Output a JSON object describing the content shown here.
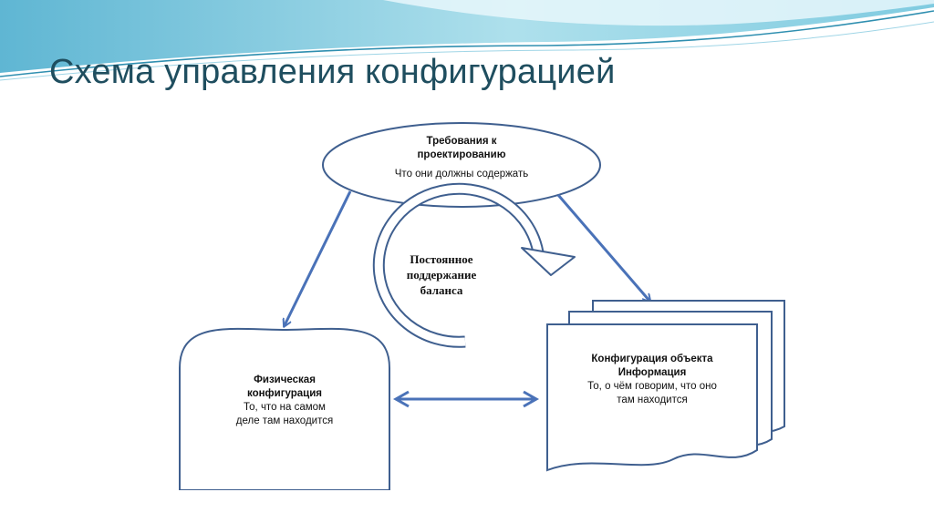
{
  "title": "Схема управления конфигурацией",
  "colors": {
    "title": "#1f4e5f",
    "arrow": "#4a72b8",
    "shape_stroke": "#3f5f8f",
    "banner_light": "#bfe8f2",
    "banner_mid": "#7fcbe0",
    "banner_wave": "#2f8fb0"
  },
  "diagram": {
    "requirements": {
      "title_line1": "Требования к",
      "title_line2": "проектированию",
      "subtitle": "Что они должны содержать"
    },
    "cycle": {
      "line1": "Постоянное",
      "line2": "поддержание",
      "line3": "баланса"
    },
    "physical": {
      "title_line1": "Физическая",
      "title_line2": "конфигурация",
      "desc_line1": "То, что на самом",
      "desc_line2": "деле там находится"
    },
    "object_config": {
      "title_line1": "Конфигурация объекта",
      "title_line2": "Информация",
      "desc_line1": "То, о чём говорим, что оно",
      "desc_line2": "там находится"
    }
  }
}
